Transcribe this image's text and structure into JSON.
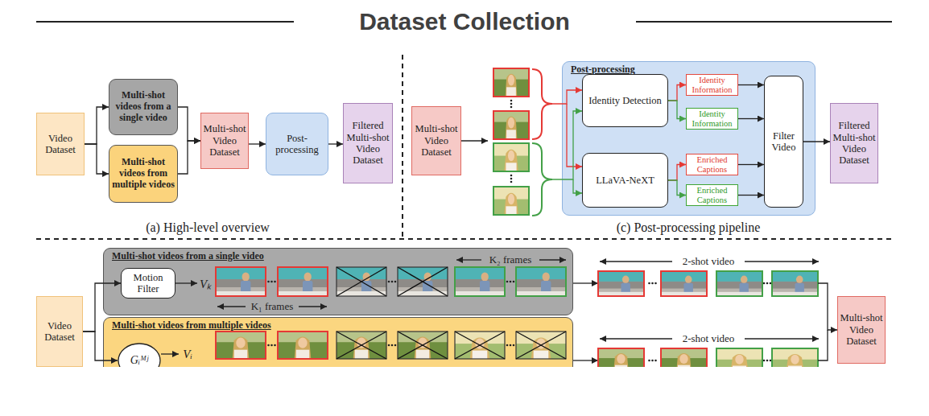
{
  "diagram": {
    "title": "Dataset Collection",
    "nodes": [
      {
        "text": [
          "Video Dataset"
        ]
      },
      {
        "text": [
          "Multi-shot videos from a single video"
        ]
      },
      {
        "text": [
          "Multi-shot videos from multiple videos"
        ]
      },
      {
        "text": [
          "Multi-shot Video Dataset"
        ]
      },
      {
        "text": [
          "Post-processing"
        ]
      },
      {
        "text": [
          "Filtered Multi-shot Video Dataset"
        ]
      },
      {
        "text": [
          "Multi-shot Video Dataset"
        ]
      },
      {
        "text": [
          "Post-processing"
        ]
      },
      {
        "text": [
          "Identity Detection"
        ],
        "in": 7
      },
      {
        "text": [
          "LLaVA-NeXT"
        ],
        "in": 7
      },
      {
        "text": [
          "Identity Information"
        ],
        "in": 7
      },
      {
        "text": [
          "Identity Information"
        ],
        "in": 7
      },
      {
        "text": [
          "Enriched Captions"
        ],
        "in": 7
      },
      {
        "text": [
          "Enriched Captions"
        ],
        "in": 7
      },
      {
        "text": [
          "Filter Video"
        ],
        "in": 7
      },
      {
        "text": [
          "Filtered Multi-shot Video Dataset"
        ]
      },
      {
        "text": [
          "Video Dataset"
        ]
      },
      {
        "text": [
          "Multi-shot videos from a single video"
        ]
      },
      {
        "text": [
          "Motion Filter"
        ],
        "in": 17
      },
      {
        "text": [
          "Multi-shot videos from multiple videos"
        ]
      },
      {
        "text": [
          "Gᵢᴹʲ"
        ],
        "in": 19
      },
      {
        "text": [
          "Multi-shot Video Dataset"
        ]
      }
    ],
    "edges": [
      {
        "from": 0,
        "to": 1,
        "arrow": "to"
      },
      {
        "from": 0,
        "to": 2,
        "arrow": "to"
      },
      {
        "from": 1,
        "to": 3,
        "arrow": "to"
      },
      {
        "from": 2,
        "to": 3,
        "arrow": "to"
      },
      {
        "from": 3,
        "to": 4,
        "arrow": "to"
      },
      {
        "from": 4,
        "to": 5,
        "arrow": "to"
      },
      {
        "from": 8,
        "to": 10,
        "arrow": "to"
      },
      {
        "from": 8,
        "to": 11,
        "arrow": "to"
      },
      {
        "from": 9,
        "to": 12,
        "arrow": "to"
      },
      {
        "from": 9,
        "to": 13,
        "arrow": "to"
      },
      {
        "from": 10,
        "to": 14,
        "arrow": "to"
      },
      {
        "from": 11,
        "to": 14,
        "arrow": "to"
      },
      {
        "from": 12,
        "to": 14,
        "arrow": "to"
      },
      {
        "from": 13,
        "to": 14,
        "arrow": "to"
      },
      {
        "from": 14,
        "to": 15,
        "arrow": "to"
      },
      {
        "from": 16,
        "to": 18,
        "arrow": "to"
      },
      {
        "from": 16,
        "to": 20,
        "arrow": "to"
      }
    ],
    "labels": [
      "(a) High-level overview",
      "(c) Post-processing pipeline",
      "Vₖ",
      "K₁ frames",
      "K₂ frames",
      "Vᵢ",
      "2-shot video",
      "2-shot video"
    ]
  }
}
